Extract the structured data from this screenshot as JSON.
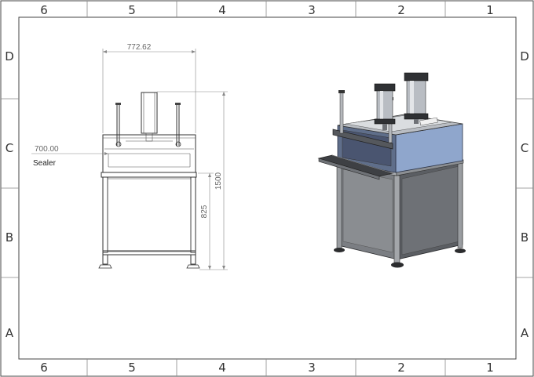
{
  "zones": {
    "top": [
      "6",
      "5",
      "4",
      "3",
      "2",
      "1"
    ],
    "bottom": [
      "6",
      "5",
      "4",
      "3",
      "2",
      "1"
    ],
    "left": [
      "D",
      "C",
      "B",
      "A"
    ],
    "right": [
      "D",
      "C",
      "B",
      "A"
    ]
  },
  "dimensions": {
    "width_top": "772.62",
    "inner_width": "700.00",
    "height_total": "1500",
    "height_table": "825"
  },
  "annotation": {
    "sealer_label": "Sealer"
  },
  "colors": {
    "panel_blue": "#8fa6cc",
    "frame_gray": "#6f7277",
    "dark_gray": "#3e4044",
    "light_gray": "#c9cccf"
  }
}
